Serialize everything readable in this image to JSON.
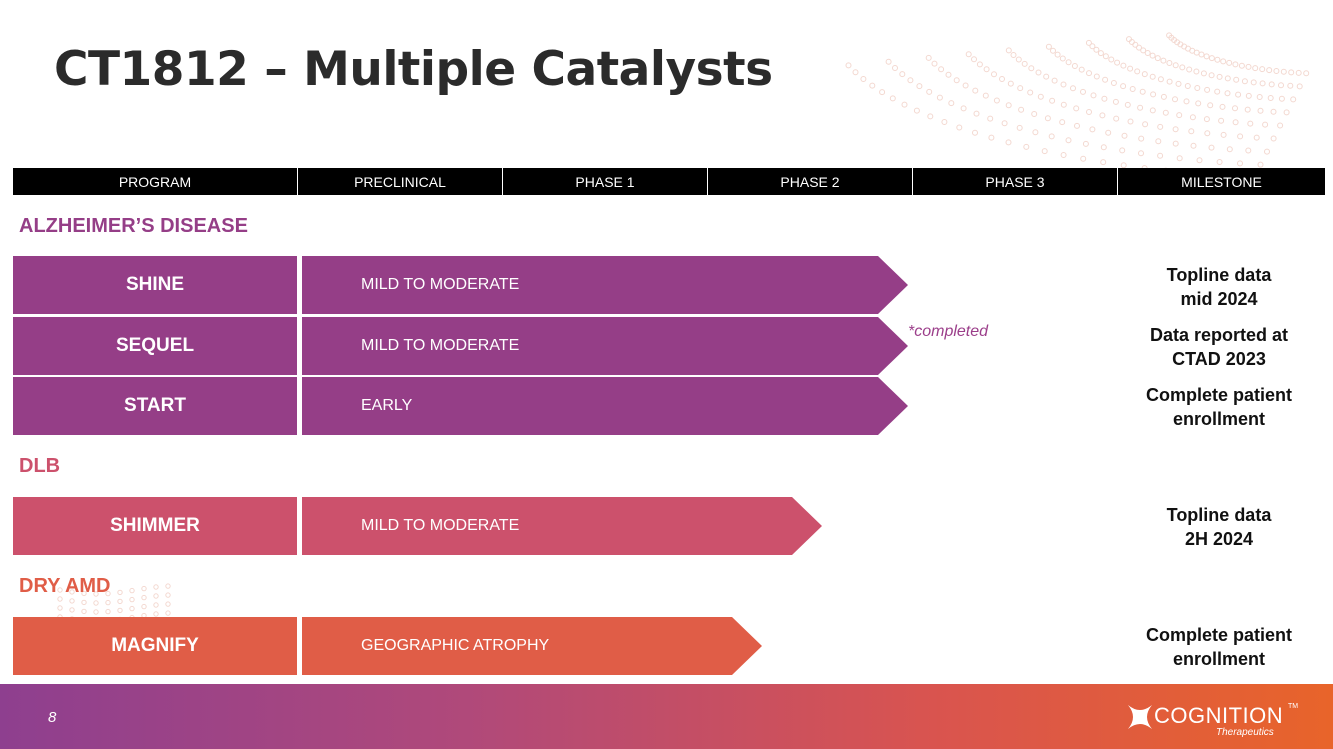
{
  "title": "CT1812 – Multiple Catalysts",
  "header": [
    "PROGRAM",
    "PRECLINICAL",
    "PHASE 1",
    "PHASE 2",
    "PHASE 3",
    "MILESTONE"
  ],
  "colors": {
    "purple": "#953e87",
    "pink": "#cc516c",
    "orange": "#e05d47"
  },
  "sections": [
    {
      "label": "ALZHEIMER’S DISEASE"
    },
    {
      "label": "DLB"
    },
    {
      "label": "DRY AMD"
    }
  ],
  "programs": [
    {
      "name": "SHINE",
      "bar": "MILD TO MODERATE",
      "milestone_line1": "Topline data",
      "milestone_line2": "mid 2024",
      "progress_phase": 2.0
    },
    {
      "name": "SEQUEL",
      "bar": "MILD TO MODERATE",
      "milestone_line1": "Data reported at",
      "milestone_line2": "CTAD 2023",
      "progress_phase": 2.0
    },
    {
      "name": "START",
      "bar": "EARLY",
      "milestone_line1": "Complete patient",
      "milestone_line2": "enrollment",
      "progress_phase": 2.0
    },
    {
      "name": "SHIMMER",
      "bar": "MILD TO MODERATE",
      "milestone_line1": "Topline data",
      "milestone_line2": "2H 2024",
      "progress_phase": 1.6
    },
    {
      "name": "MAGNIFY",
      "bar": "GEOGRAPHIC ATROPHY",
      "milestone_line1": "Complete patient",
      "milestone_line2": "enrollment",
      "progress_phase": 1.3
    }
  ],
  "note": "*completed",
  "footer": {
    "page_number": "8",
    "logo_text": "COGNITION",
    "logo_tm": "TM",
    "logo_sub": "Therapeutics"
  }
}
